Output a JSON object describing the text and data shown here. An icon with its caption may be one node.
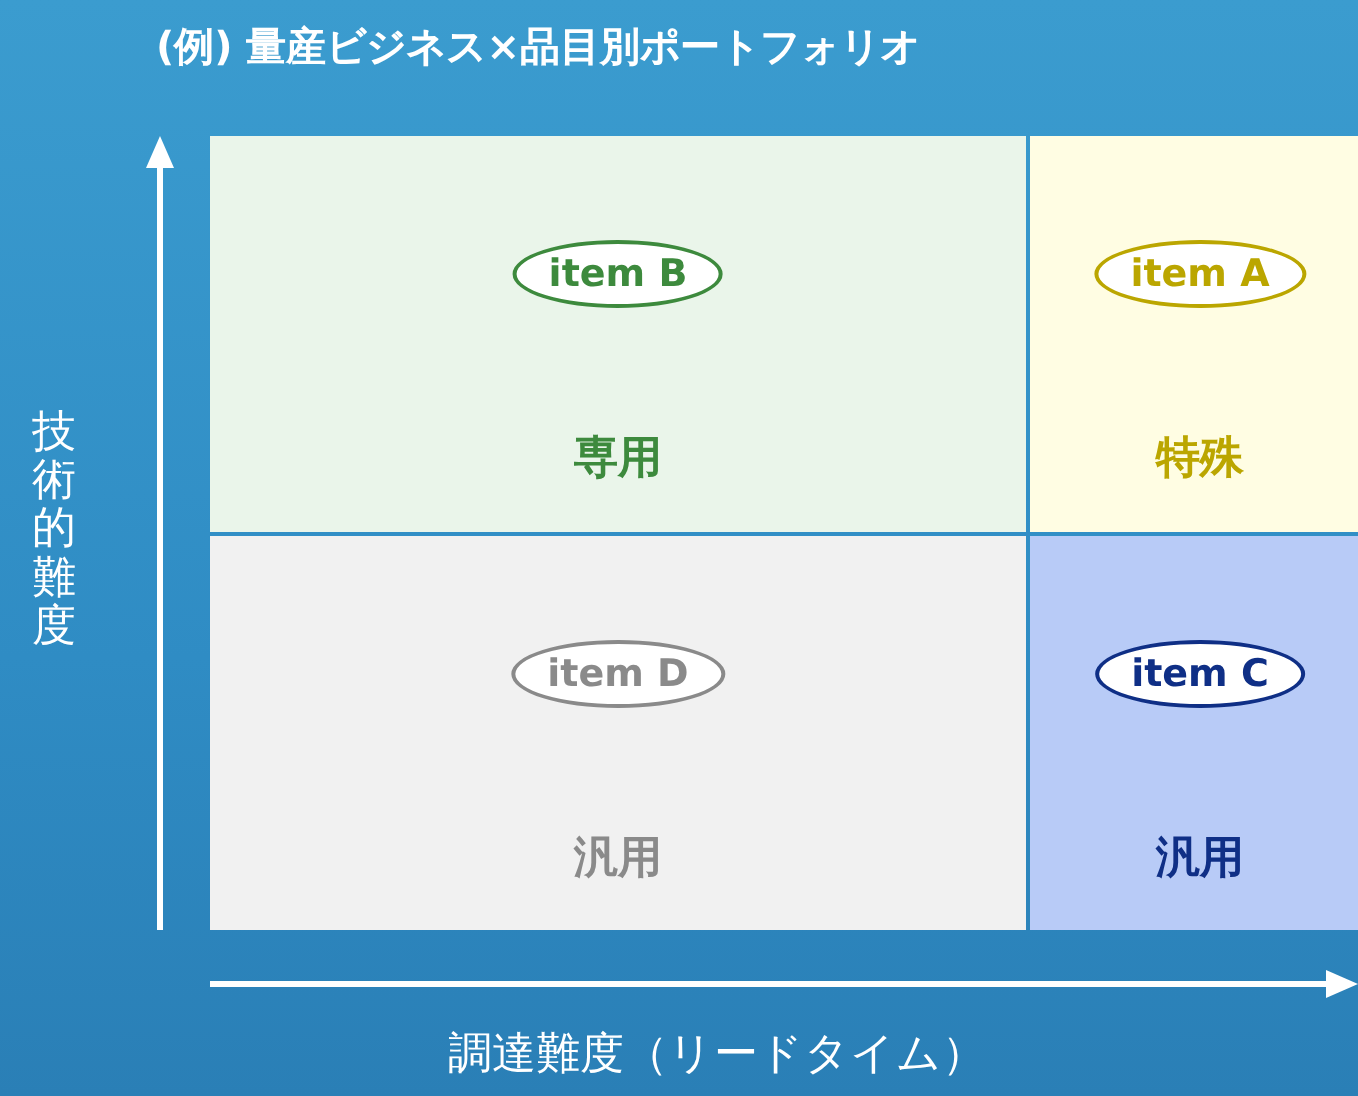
{
  "diagram": {
    "title": "(例) 量産ビジネス×品目別ポートフォリオ",
    "nodes": [
      {
        "text": [
          "専用"
        ]
      },
      {
        "text": [
          "item B"
        ],
        "in": 0
      },
      {
        "text": [
          "特殊"
        ]
      },
      {
        "text": [
          "item A"
        ],
        "in": 2
      },
      {
        "text": [
          "汎用"
        ]
      },
      {
        "text": [
          "item D"
        ],
        "in": 4
      },
      {
        "text": [
          "汎用"
        ]
      },
      {
        "text": [
          "item C"
        ],
        "in": 6
      }
    ],
    "labels": [
      "技術的難度",
      "調達難度（リードタイム）"
    ]
  }
}
